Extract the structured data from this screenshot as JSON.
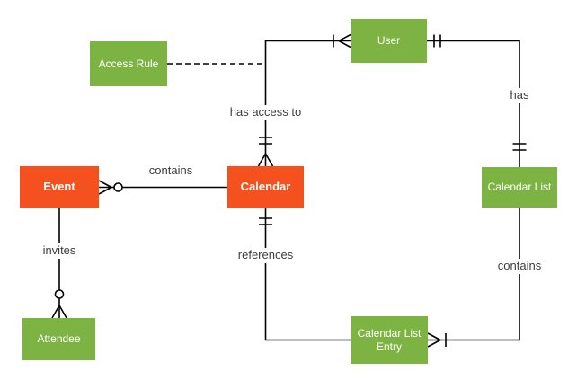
{
  "diagram": {
    "type": "entity-relationship",
    "background_color": "#ffffff",
    "line_color": "#000000",
    "label_color": "#3d3d3d",
    "entity_text_color": "#ffffff",
    "entities": [
      {
        "id": "event",
        "label": "Event",
        "color": "#f4511e"
      },
      {
        "id": "calendar",
        "label": "Calendar",
        "color": "#f4511e"
      },
      {
        "id": "user",
        "label": "User",
        "color": "#7cb342"
      },
      {
        "id": "access-rule",
        "label": "Access Rule",
        "color": "#7cb342"
      },
      {
        "id": "calendar-list",
        "label": "Calendar List",
        "color": "#7cb342"
      },
      {
        "id": "attendee",
        "label": "Attendee",
        "color": "#7cb342"
      },
      {
        "id": "calendar-list-entry",
        "label": "Calendar List Entry",
        "color": "#7cb342"
      }
    ],
    "relationships": [
      {
        "id": "event-contains-calendar",
        "label": "contains"
      },
      {
        "id": "calendar-has-access-to-user",
        "label": "has access to"
      },
      {
        "id": "user-has-calendar-list",
        "label": "has"
      },
      {
        "id": "calendar-list-contains-entry",
        "label": "contains"
      },
      {
        "id": "entry-references-calendar",
        "label": "references"
      },
      {
        "id": "event-invites-attendee",
        "label": "invites"
      }
    ]
  }
}
